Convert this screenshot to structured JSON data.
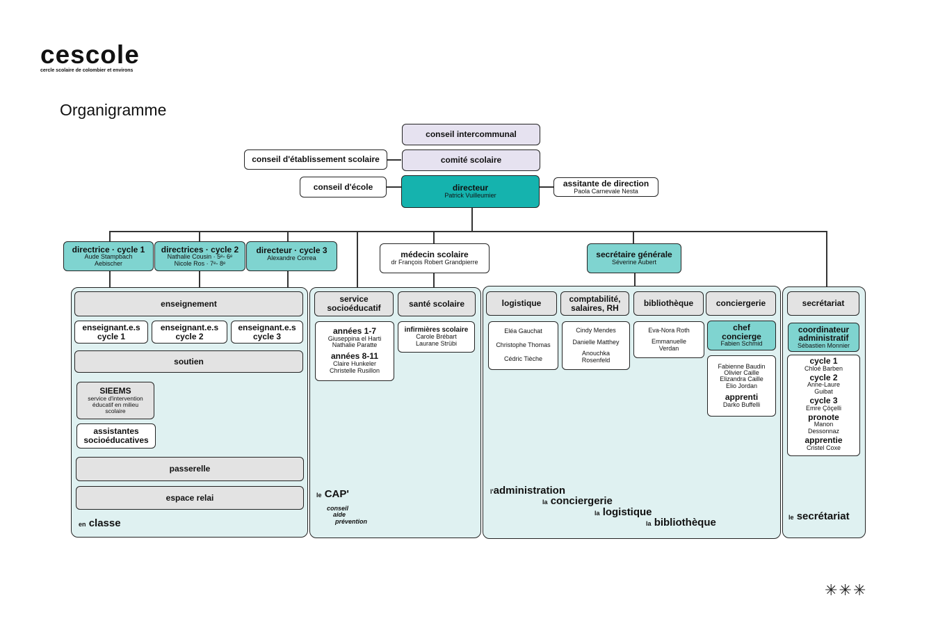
{
  "brand": {
    "name": "cescole",
    "tagline": "cercle scolaire de colombier et environs"
  },
  "page_title": "Organigramme",
  "top": {
    "conseil_intercommunal": "conseil intercommunal",
    "comite_scolaire": "comité scolaire",
    "conseil_etablissement": "conseil d'établissement scolaire",
    "conseil_ecole": "conseil d'école",
    "directeur": {
      "title": "directeur",
      "name": "Patrick Vuilleumier"
    },
    "assistante": {
      "title": "assitante de direction",
      "name": "Paola Carnevale Nesta"
    }
  },
  "second_row": {
    "cycle1": {
      "title": "directrice · cycle 1",
      "names": [
        "Aude Stampbach",
        "Aebischer"
      ]
    },
    "cycle2": {
      "title": "directrices · cycle 2",
      "names": [
        "Nathalie Cousin · 5ᵉ- 6ᵉ",
        "Nicole Ros · 7ᵉ- 8ᵉ"
      ]
    },
    "cycle3": {
      "title": "directeur · cycle 3",
      "names": [
        "Alexandre Correa"
      ]
    },
    "medecin": {
      "title": "médecin scolaire",
      "name": "dr François Robert Grandpierre"
    },
    "secretaire": {
      "title": "secrétaire générale",
      "name": "Séverine Aubert"
    }
  },
  "classe": {
    "enseignement": "enseignement",
    "cycles": [
      "enseignant.e.s cycle 1",
      "enseignant.e.s cycle 2",
      "enseignant.e.s cycle 3"
    ],
    "soutien": "soutien",
    "sieems_title": "SIEEMS",
    "sieems_desc": "service d'intervention éducatif en milieu scolaire",
    "assistantes": "assistantes socioéducatives",
    "passerelle": "passerelle",
    "espace_relai": "espace relai",
    "footer_prefix": "en",
    "footer": "classe"
  },
  "cap": {
    "service": "service socioéducatif",
    "sante": "santé scolaire",
    "annees1": "années 1-7",
    "annees1_names": [
      "Giuseppina el Harti",
      "Nathalie Paratte"
    ],
    "annees2": "années 8-11",
    "annees2_names": [
      "Claire Hunkeler",
      "Christelle Rusillon"
    ],
    "infirmieres": "infirmières scolaire",
    "infirmieres_names": [
      "Carole Brébart",
      "Laurane Strübi"
    ],
    "footer_prefix": "le",
    "footer": "CAP'",
    "footer_sub": [
      "conseil",
      "aide",
      "prévention"
    ]
  },
  "admin": {
    "logistique": "logistique",
    "comptabilite": "comptabilité, salaires, RH",
    "bibliotheque": "bibliothèque",
    "conciergerie": "conciergerie",
    "logistique_names": [
      "Eléa Gauchat",
      "Christophe Thomas",
      "Cédric Tièche"
    ],
    "compta_names": [
      "Cindy Mendes",
      "Danielle Matthey",
      "Anouchka Rosenfeld"
    ],
    "biblio_names": [
      "Eva-Nora Roth",
      "Emmanuelle Verdan"
    ],
    "chef_concierge": "chef concierge",
    "chef_name": "Fabien Schmid",
    "concierges": [
      "Fabienne Baudin",
      "Olivier Caille",
      "Elizandra Caille",
      "Elio Jordan"
    ],
    "apprenti": "apprenti",
    "apprenti_name": "Darko Buffelli",
    "footer": [
      {
        "prefix": "l'",
        "word": "administration"
      },
      {
        "prefix": "la",
        "word": "conciergerie"
      },
      {
        "prefix": "la",
        "word": "logistique"
      },
      {
        "prefix": "la",
        "word": "bibliothèque"
      }
    ]
  },
  "secretariat": {
    "title": "secrétariat",
    "coordinateur": "coordinateur administratif",
    "coordinateur_name": "Sébastien Monnier",
    "entries": [
      {
        "label": "cycle 1",
        "name": "Chloé Barben"
      },
      {
        "label": "cycle 2",
        "name": "Anne-Laure Guibat"
      },
      {
        "label": "cycle 3",
        "name": "Emre Çöçelli"
      },
      {
        "label": "pronote",
        "name": "Manon Dessonnaz"
      },
      {
        "label": "apprentie",
        "name": "Cristel Coxe"
      }
    ],
    "footer_prefix": "le",
    "footer": "secrétariat"
  },
  "decor": {
    "sparkles": "✳✳✳"
  }
}
